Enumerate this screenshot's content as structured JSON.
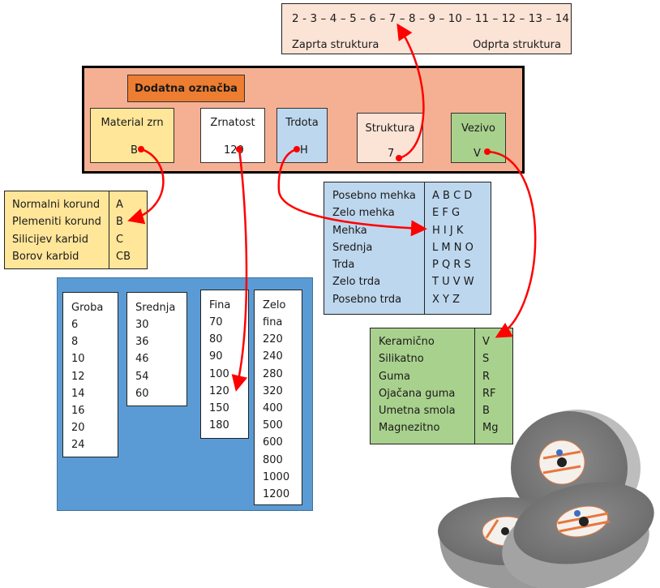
{
  "structure_scale": {
    "scale": "2 - 3 – 4 – 5 – 6 – 7 – 8 – 9 – 10 – 11 – 12 – 13 – 14",
    "closed_label": "Zaprta struktura",
    "open_label": "Odprta struktura"
  },
  "designation": {
    "title": "Dodatna označba",
    "fields": [
      {
        "label": "Material zrn",
        "value": "B",
        "color": "#ffe699"
      },
      {
        "label": "Zrnatost",
        "value": "120",
        "color": "#ffffff"
      },
      {
        "label": "Trdota",
        "value": "H",
        "color": "#bdd7ee"
      },
      {
        "label": "Struktura",
        "value": "7",
        "color": "#fbe3d6"
      },
      {
        "label": "Vezivo",
        "value": "V",
        "color": "#a9d18e"
      }
    ]
  },
  "grain_material": {
    "color": "#ffe699",
    "rows": [
      {
        "name": "Normalni korund",
        "code": "A"
      },
      {
        "name": "Plemeniti korund",
        "code": "B"
      },
      {
        "name": "Silicijev karbid",
        "code": "C"
      },
      {
        "name": "Borov karbid",
        "code": "CB"
      }
    ]
  },
  "hardness": {
    "color": "#bdd7ee",
    "rows": [
      {
        "name": "Posebno mehka",
        "codes": "A B C D"
      },
      {
        "name": "Zelo mehka",
        "codes": "E F G"
      },
      {
        "name": "Mehka",
        "codes": "H I J K"
      },
      {
        "name": "Srednja",
        "codes": "L M N O"
      },
      {
        "name": "Trda",
        "codes": "P Q R S"
      },
      {
        "name": "Zelo trda",
        "codes": "T U V W"
      },
      {
        "name": "Posebno trda",
        "codes": "X Y Z"
      }
    ]
  },
  "bond": {
    "color": "#a9d18e",
    "rows": [
      {
        "name": "Keramično",
        "code": "V"
      },
      {
        "name": "Silikatno",
        "code": "S"
      },
      {
        "name": "Guma",
        "code": "R"
      },
      {
        "name": "Ojačana guma",
        "code": "RF"
      },
      {
        "name": "Umetna smola",
        "code": "B"
      },
      {
        "name": "Magnezitno",
        "code": "Mg"
      }
    ]
  },
  "grit": {
    "panel_color": "#5b9bd5",
    "columns": [
      {
        "title": "Groba",
        "values": [
          "6",
          "8",
          "10",
          "12",
          "14",
          "16",
          "20",
          "24"
        ]
      },
      {
        "title": "Srednja",
        "values": [
          "30",
          "36",
          "46",
          "54",
          "60"
        ]
      },
      {
        "title": "Fina",
        "values": [
          "70",
          "80",
          "90",
          "100",
          "120",
          "150",
          "180"
        ]
      },
      {
        "title": "Zelo",
        "title2": "fina",
        "values": [
          "220",
          "240",
          "280",
          "320",
          "400",
          "500",
          "600",
          "800",
          "1000",
          "1200"
        ]
      }
    ]
  },
  "arrow_color": "#ff0000",
  "image": {
    "alt": "grinding-wheels-photo"
  }
}
